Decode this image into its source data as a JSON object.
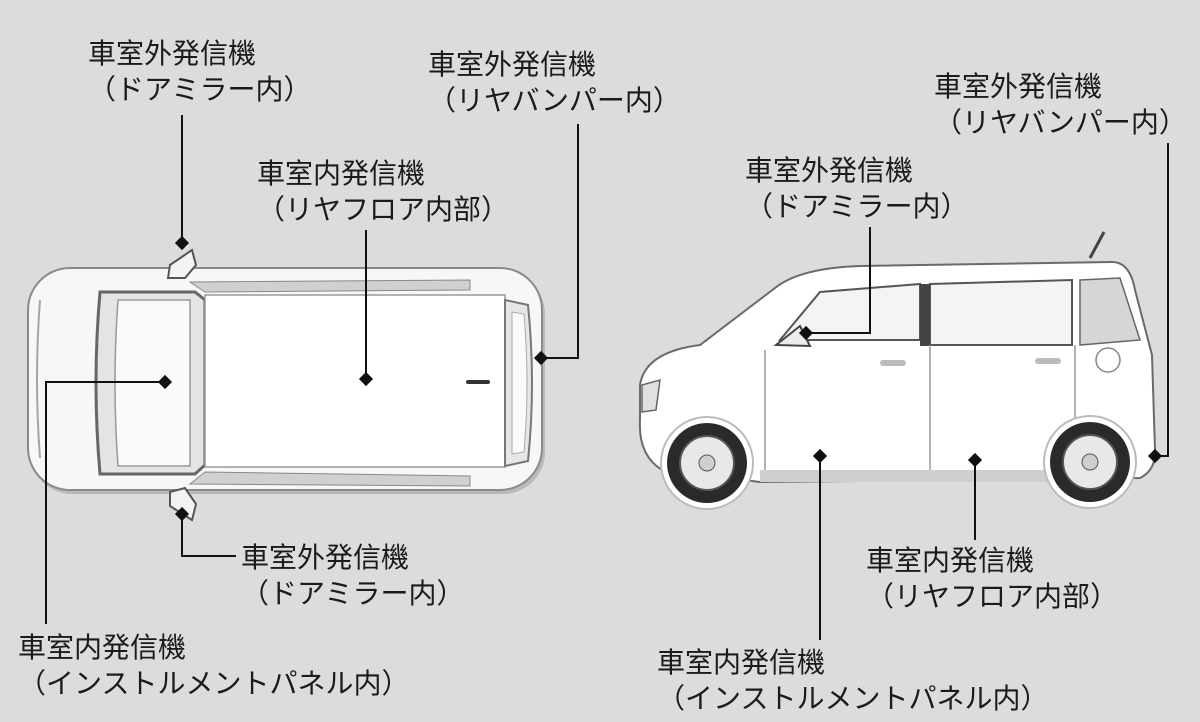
{
  "labels": {
    "top_left_mirror": {
      "line1": "車室外発信機",
      "line2": "（ドアミラー内）"
    },
    "top_rear_bumper": {
      "line1": "車室外発信機",
      "line2": "（リヤバンパー内）"
    },
    "top_rear_floor": {
      "line1": "車室内発信機",
      "line2": "（リヤフロア内部）"
    },
    "top_right_mirror": {
      "line1": "車室外発信機",
      "line2": "（ドアミラー内）"
    },
    "top_instrument": {
      "line1": "車室内発信機",
      "line2": "（インストルメントパネル内）"
    },
    "side_rear_bumper": {
      "line1": "車室外発信機",
      "line2": "（リヤバンパー内）"
    },
    "side_mirror": {
      "line1": "車室外発信機",
      "line2": "（ドアミラー内）"
    },
    "side_rear_floor": {
      "line1": "車室内発信機",
      "line2": "（リヤフロア内部）"
    },
    "side_instrument": {
      "line1": "車室内発信機",
      "line2": "（インストルメントパネル内）"
    }
  },
  "colors": {
    "background": "#dcdcdc",
    "car_body": "#ffffff",
    "car_outline": "#6a6a6a",
    "leader": "#111111"
  }
}
